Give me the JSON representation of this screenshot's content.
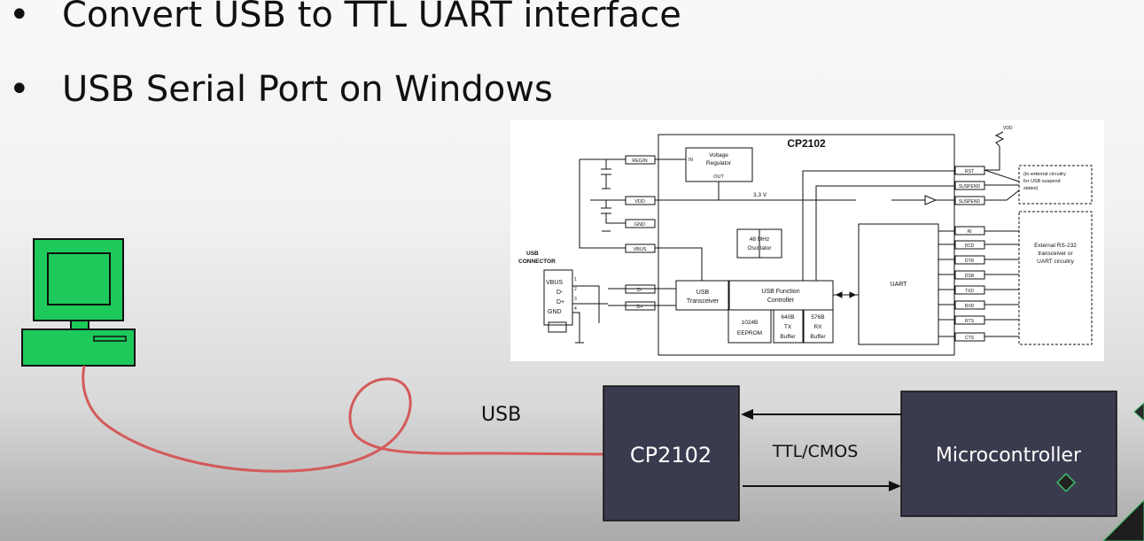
{
  "bullets": [
    "Convert USB to TTL UART interface",
    "USB Serial Port on Windows"
  ],
  "schematic": {
    "chip_title": "CP2102",
    "regin": "REGIN",
    "vdd": "VDD",
    "gnd": "GND",
    "vbus": "VBUS",
    "dminus": "D-",
    "dplus": "D+",
    "vreg_l1": "Voltage",
    "vreg_l2": "Regulator",
    "vreg_out": "OUT",
    "vreg_in": "IN",
    "v33": "3.3 V",
    "osc_l1": "48 MHz",
    "osc_l2": "Oscillator",
    "usb_conn_l1": "USB",
    "usb_conn_l2": "CONNECTOR",
    "conn_pins": [
      "VBUS",
      "D-",
      "D+",
      "GND"
    ],
    "conn_nums": [
      "1",
      "2",
      "3",
      "4"
    ],
    "transceiver_l1": "USB",
    "transceiver_l2": "Transceiver",
    "func_l1": "USB Function",
    "func_l2": "Controller",
    "eeprom_l1": "1024B",
    "eeprom_l2": "EEPROM",
    "txbuf": [
      "640B",
      "TX",
      "Buffer"
    ],
    "rxbuf": [
      "576B",
      "RX",
      "Buffer"
    ],
    "uart": "UART",
    "right_pins": [
      "RST",
      "SUSPEND",
      "SUSPEND",
      "RI",
      "DCD",
      "DTR",
      "DSR",
      "TXD",
      "RXD",
      "RTS",
      "CTS"
    ],
    "vdd_top": "VDD",
    "suspend_note": [
      "(to external circuitry",
      "for USB suspend",
      "states)"
    ],
    "rs232_note": [
      "External RS-232",
      "transceiver or",
      "UART circuitry"
    ]
  },
  "diagram": {
    "usb_label": "USB",
    "cp2102_label": "CP2102",
    "ttl_label": "TTL/CMOS",
    "mcu_label": "Microcontroller"
  },
  "colors": {
    "pc_green": "#1dc95a",
    "cable_red": "#d45a5a",
    "box_dark": "#3b3b4f"
  }
}
